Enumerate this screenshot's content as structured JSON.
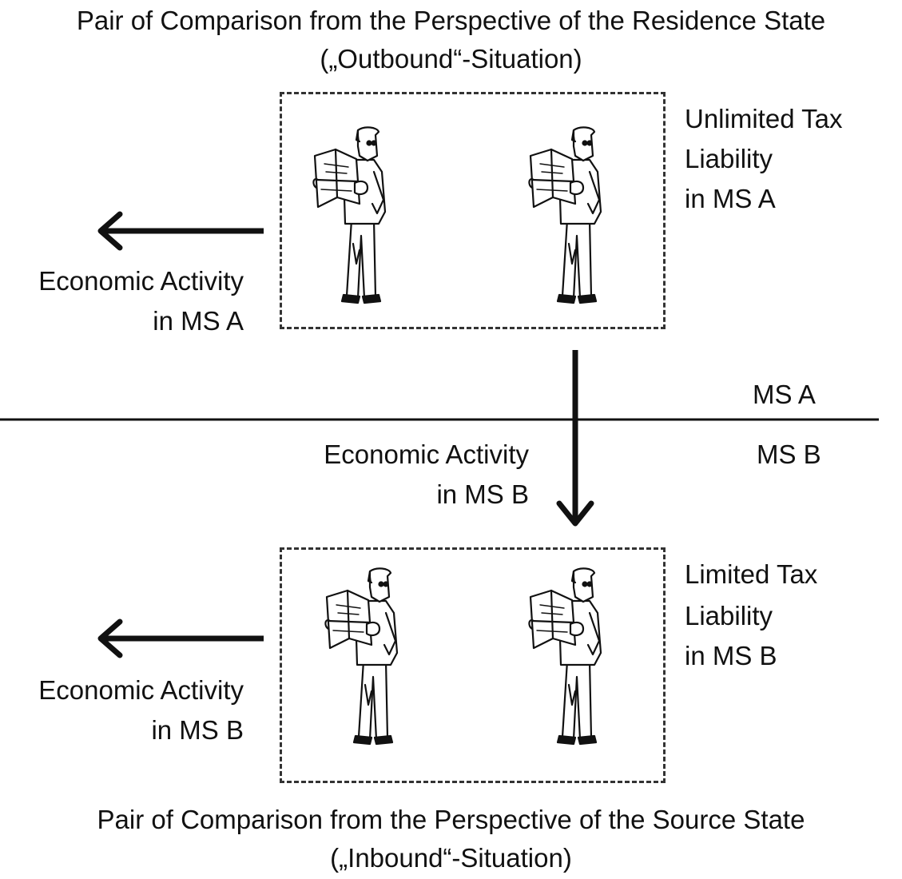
{
  "top_title": {
    "line1": "Pair of Comparison from the Perspective of the Residence State",
    "line2": "(„Outbound“-Situation)"
  },
  "bottom_title": {
    "line1": "Pair of Comparison from the Perspective of the Source State",
    "line2": "(„Inbound“-Situation)"
  },
  "top_box_label": {
    "line1": "Unlimited Tax",
    "line2": "Liability",
    "line3": "in MS A"
  },
  "bottom_box_label": {
    "line1": "Limited Tax",
    "line2": "Liability",
    "line3": "in MS B"
  },
  "top_left_activity": {
    "line1": "Economic Activity",
    "line2": "in MS A"
  },
  "middle_activity": {
    "line1": "Economic Activity",
    "line2": "in MS B"
  },
  "bottom_left_activity": {
    "line1": "Economic Activity",
    "line2": "in MS B"
  },
  "border_labels": {
    "upper": "MS A",
    "lower": "MS B"
  },
  "icons": [
    "man-reading-map-icon"
  ]
}
